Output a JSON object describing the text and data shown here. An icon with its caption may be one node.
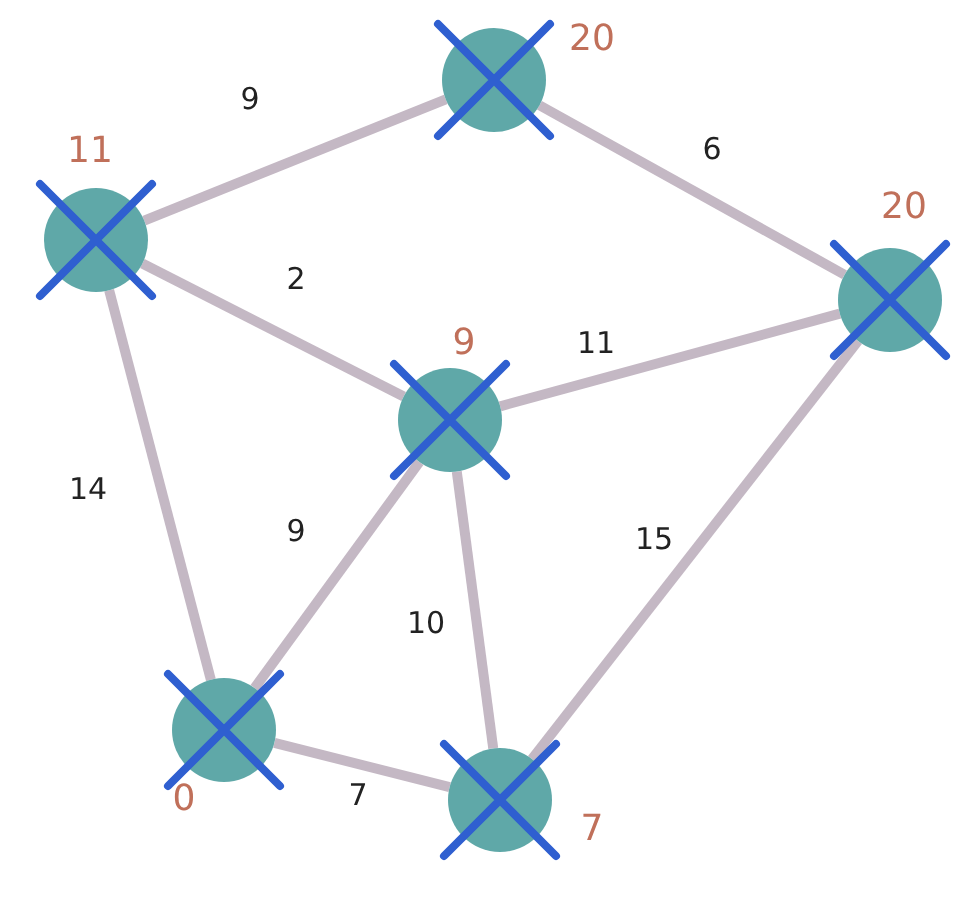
{
  "diagram": {
    "nodes": [
      {
        "text": [],
        "shape": "circle",
        "beside": [
          "20"
        ]
      },
      {
        "text": [],
        "shape": "circle",
        "beside": [
          "11"
        ]
      },
      {
        "text": [],
        "shape": "circle",
        "beside": [
          "20"
        ]
      },
      {
        "text": [],
        "shape": "circle",
        "beside": [
          "9"
        ]
      },
      {
        "text": [],
        "shape": "circle",
        "beside": [
          "0"
        ]
      },
      {
        "text": [],
        "shape": "circle",
        "beside": [
          "7"
        ]
      }
    ],
    "edges": [
      {
        "from": 1,
        "to": 0,
        "arrow": "none",
        "label": "9"
      },
      {
        "from": 0,
        "to": 2,
        "arrow": "none",
        "label": "6"
      },
      {
        "from": 1,
        "to": 3,
        "arrow": "none",
        "label": "2"
      },
      {
        "from": 3,
        "to": 2,
        "arrow": "none",
        "label": "11"
      },
      {
        "from": 1,
        "to": 4,
        "arrow": "none",
        "label": "14"
      },
      {
        "from": 4,
        "to": 3,
        "arrow": "none",
        "label": "9"
      },
      {
        "from": 3,
        "to": 5,
        "arrow": "none",
        "label": "10"
      },
      {
        "from": 5,
        "to": 2,
        "arrow": "none",
        "label": "15"
      },
      {
        "from": 4,
        "to": 5,
        "arrow": "none",
        "label": "7"
      }
    ]
  }
}
